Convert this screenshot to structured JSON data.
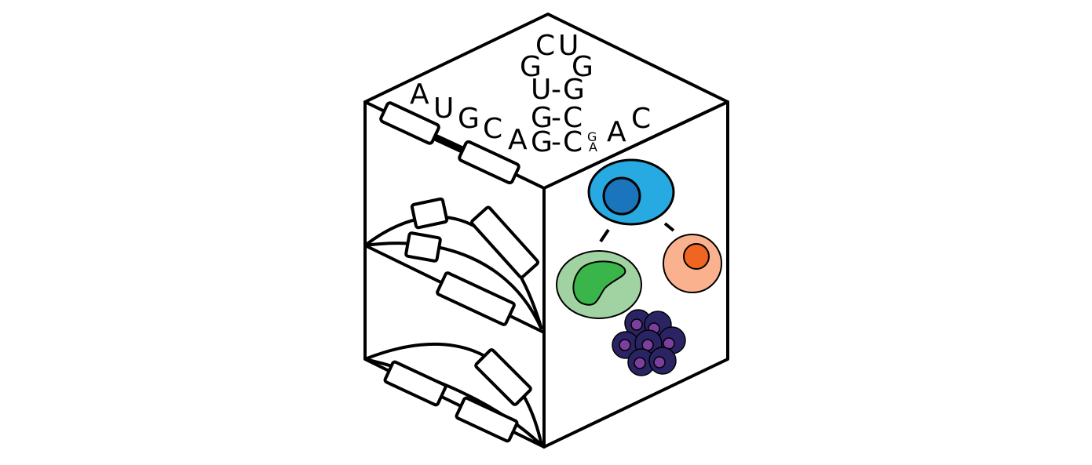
{
  "rna": {
    "loop": [
      "C",
      "U",
      "G",
      "G"
    ],
    "stem": [
      {
        "left": "U",
        "bond": "-",
        "right": "G"
      },
      {
        "left": "G",
        "bond": "-",
        "right": "C"
      },
      {
        "left": "G",
        "bond": "-",
        "right": "C"
      }
    ],
    "five_prime": [
      "A",
      "U",
      "G",
      "C",
      "A"
    ],
    "bulge": [
      "G",
      "A"
    ],
    "three_prime": [
      "A",
      "C"
    ]
  },
  "cells": [
    {
      "id": "blue-cell",
      "cytoplasm": "#27aae1",
      "nucleus": "#1b75bc"
    },
    {
      "id": "green-cell",
      "cytoplasm": "#a1d3a2",
      "nucleus": "#39b54a"
    },
    {
      "id": "orange-cell",
      "cytoplasm": "#f9b18e",
      "nucleus": "#f16522"
    },
    {
      "id": "purple-cluster",
      "cytoplasm": "#2b2464",
      "nucleus": "#7b3f9e"
    }
  ],
  "colors": {
    "outline": "#000000",
    "background": "#ffffff"
  }
}
